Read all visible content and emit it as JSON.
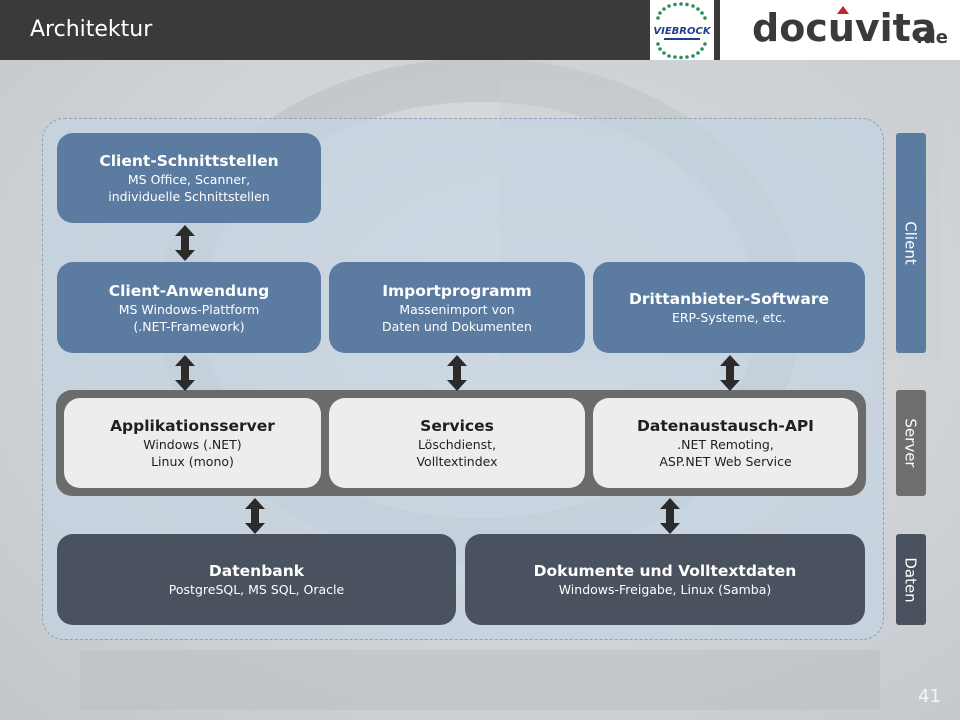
{
  "header": {
    "title": "Architektur",
    "partner_logo_text": "VIEBROCK",
    "brand_logo_text": "docuvita",
    "brand_logo_domain": ".de"
  },
  "diagram": {
    "client_interfaces": {
      "title": "Client-Schnittstellen",
      "line1": "MS Office, Scanner,",
      "line2": "individuelle Schnittstellen"
    },
    "client_app": {
      "title": "Client-Anwendung",
      "line1": "MS Windows-Plattform",
      "line2": "(.NET-Framework)"
    },
    "import_program": {
      "title": "Importprogramm",
      "line1": "Massenimport von",
      "line2": "Daten und Dokumenten"
    },
    "third_party": {
      "title": "Drittanbieter-Software",
      "line1": "ERP-Systeme, etc."
    },
    "app_server": {
      "title": "Applikationsserver",
      "line1": "Windows (.NET)",
      "line2": "Linux (mono)"
    },
    "services": {
      "title": "Services",
      "line1": "Löschdienst,",
      "line2": "Volltextindex"
    },
    "data_api": {
      "title": "Datenaustausch-API",
      "line1": ".NET Remoting,",
      "line2": "ASP.NET Web Service"
    },
    "database": {
      "title": "Datenbank",
      "line1": "PostgreSQL, MS SQL, Oracle"
    },
    "documents": {
      "title": "Dokumente und Volltextdaten",
      "line1": "Windows-Freigabe, Linux (Samba)"
    }
  },
  "layers": {
    "client": "Client",
    "server": "Server",
    "data": "Daten"
  },
  "colors": {
    "client_box": "#5b7ba1",
    "server_box": "#ededed",
    "server_band": "#6b6b6b",
    "data_box": "#4a5260",
    "tab_client": "#5b7ba1",
    "tab_server": "#6e6e6e",
    "tab_data": "#4a5260",
    "header_bar": "#3a3a3a"
  },
  "footer": {
    "page_number": "41"
  }
}
